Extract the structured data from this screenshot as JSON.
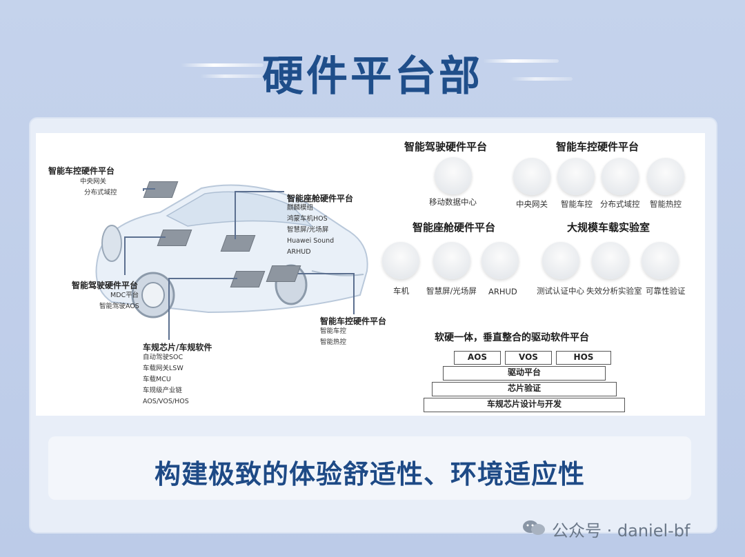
{
  "title": "硬件平台部",
  "car_diagram": {
    "vehicle_control_top": {
      "title": "智能车控硬件平台",
      "items": [
        "中央网关",
        "分布式域控"
      ]
    },
    "cockpit": {
      "title": "智能座舱硬件平台",
      "items": [
        "麒麟模组",
        "鸿蒙车机HOS",
        "智慧屏/光场屏",
        "Huawei Sound",
        "ARHUD"
      ]
    },
    "driving": {
      "title": "智能驾驶硬件平台",
      "items": [
        "MDC平台",
        "智能驾驶AOS"
      ]
    },
    "vehicle_control_bottom": {
      "title": "智能车控硬件平台",
      "items": [
        "智能车控",
        "智能热控"
      ]
    },
    "chips": {
      "title": "车规芯片/车规软件",
      "items": [
        "自动驾驶SOC",
        "车载网关LSW",
        "车载MCU",
        "车规级产业链",
        "AOS/VOS/HOS"
      ]
    }
  },
  "right": {
    "driving_platform": {
      "title": "智能驾驶硬件平台",
      "items": [
        "移动数据中心"
      ]
    },
    "control_platform": {
      "title": "智能车控硬件平台",
      "items": [
        "中央网关",
        "智能车控",
        "分布式域控",
        "智能热控"
      ]
    },
    "cockpit_platform": {
      "title": "智能座舱硬件平台",
      "items": [
        "车机",
        "智慧屏/光场屏",
        "ARHUD"
      ]
    },
    "lab": {
      "title": "大规模车载实验室",
      "items": [
        "测试认证中心",
        "失效分析实验室",
        "可靠性验证"
      ]
    }
  },
  "stack": {
    "title": "软硬一体，垂直整合的驱动软件平台",
    "top_boxes": [
      "AOS",
      "VOS",
      "HOS"
    ],
    "layers": [
      "驱动平台",
      "芯片验证",
      "车规芯片设计与开发"
    ]
  },
  "slogan": "构建极致的体验舒适性、环境适应性",
  "watermark": "公众号 · daniel-bf"
}
